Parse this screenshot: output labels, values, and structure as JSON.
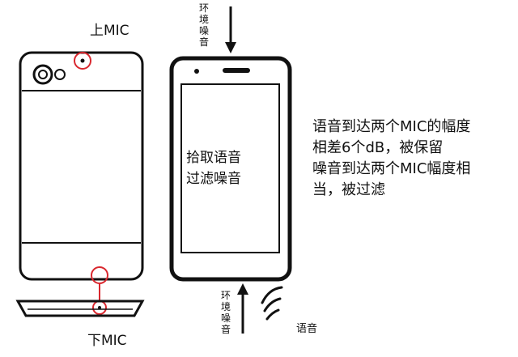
{
  "labels": {
    "top_mic": "上MIC",
    "bottom_mic": "下MIC",
    "ambient_noise_top": "环境噪音",
    "ambient_noise_bottom": "环境噪音",
    "voice": "语音"
  },
  "screen_text": [
    "拾取语音",
    "过滤噪音"
  ],
  "explanation": [
    "语音到达两个MIC的幅度",
    "相差6个dB，被保留",
    "噪音到达两个MIC幅度相",
    "当，被过滤"
  ],
  "colors": {
    "line": "#111111",
    "mic_highlight": "#d9272e",
    "background": "#ffffff"
  }
}
